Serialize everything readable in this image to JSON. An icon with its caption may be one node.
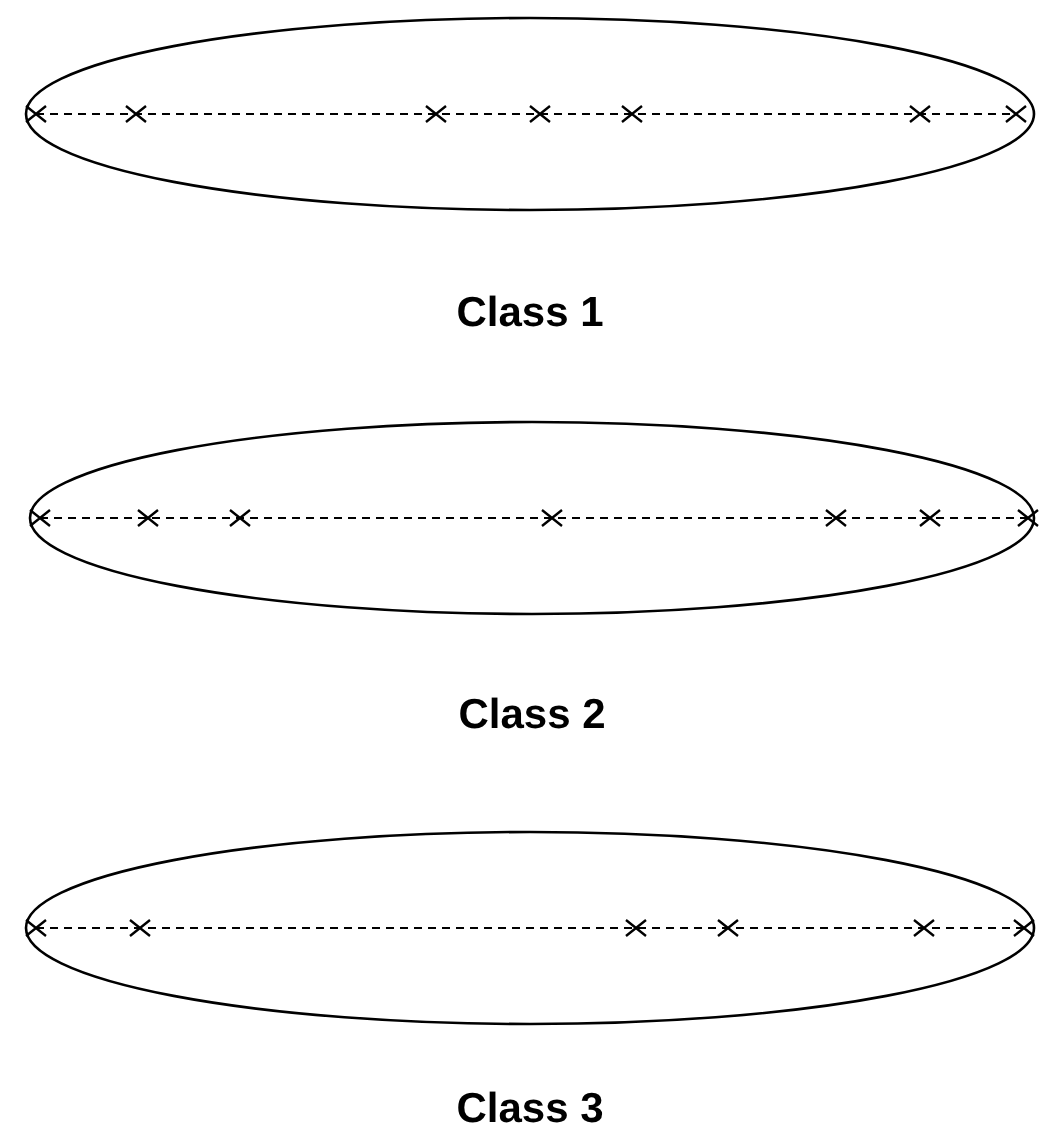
{
  "diagram": {
    "nodes": [
      {
        "text": [
          "Class 1"
        ]
      },
      {
        "text": [
          "Class 2"
        ]
      },
      {
        "text": [
          "Class 3"
        ]
      }
    ]
  }
}
